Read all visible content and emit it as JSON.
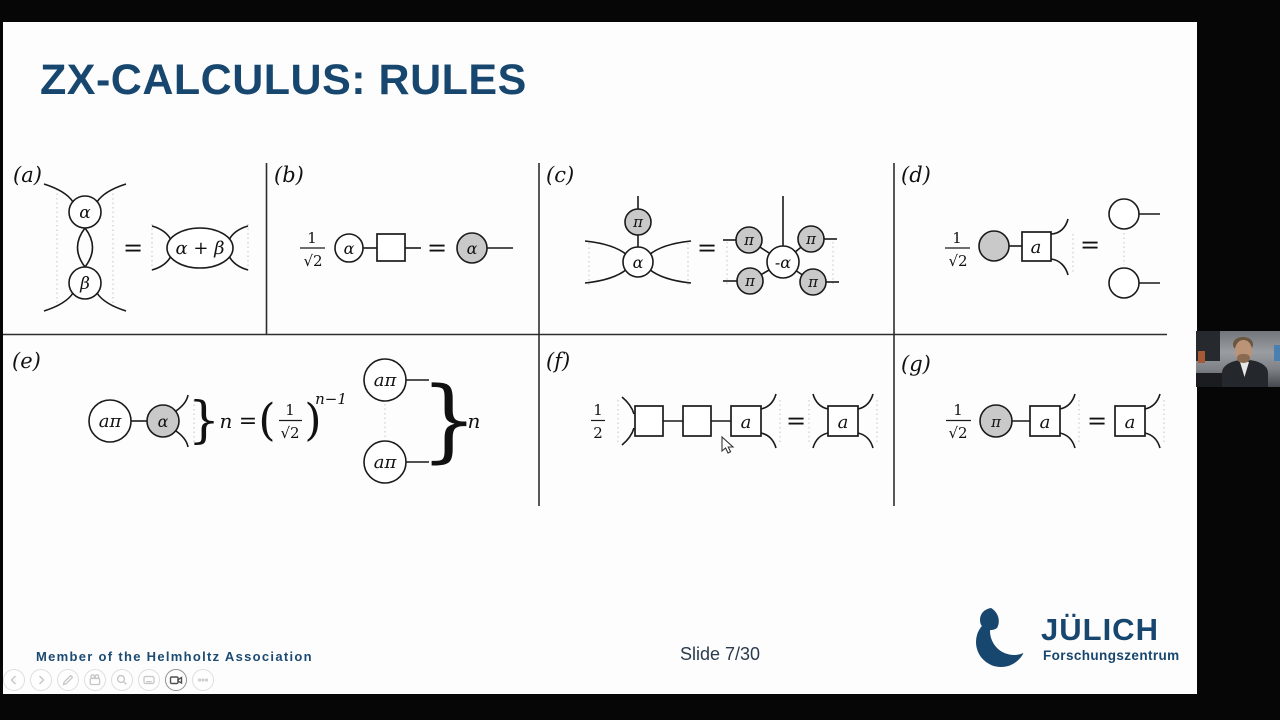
{
  "slide": {
    "title": "ZX-CALCULUS: RULES",
    "footer_left": "Member of the Helmholtz Association",
    "slide_number": "Slide 7/30"
  },
  "logo": {
    "name": "JÜLICH",
    "subtitle": "Forschungszentrum",
    "color": "#17466e"
  },
  "colors": {
    "title_blue": "#17476f",
    "spider_fill_gray": "#c9c9c9",
    "diagram_line": "#1a1a1a"
  },
  "panels": {
    "a": {
      "label": "(a)",
      "spider_top": "α",
      "spider_bottom": "β",
      "equals": "=",
      "fused_spider": "α + β"
    },
    "b": {
      "label": "(b)",
      "coeff_numerator": "1",
      "coeff_denominator": "√2",
      "lhs_spider": "α",
      "equals": "=",
      "rhs_spider": "α"
    },
    "c": {
      "label": "(c)",
      "pi_spider": "π",
      "alpha_spider": "α",
      "equals": "=",
      "neg_alpha_spider": "-α"
    },
    "d": {
      "label": "(d)",
      "coeff_numerator": "1",
      "coeff_denominator": "√2",
      "box": "a",
      "equals": "="
    },
    "e": {
      "label": "(e)",
      "api_spider": "aπ",
      "alpha_spider": "α",
      "brace": "}",
      "count": "n",
      "equals": "=",
      "paren_left": "(",
      "coeff_numerator": "1",
      "coeff_denominator": "√2",
      "paren_right": ")",
      "exponent": "n−1"
    },
    "f": {
      "label": "(f)",
      "coeff_numerator": "1",
      "coeff_denominator": "2",
      "box": "a",
      "equals": "="
    },
    "g": {
      "label": "(g)",
      "coeff_numerator": "1",
      "coeff_denominator": "√2",
      "pi_spider": "π",
      "box": "a",
      "equals": "="
    }
  },
  "toolbar": {
    "icons": [
      "previous-slide",
      "next-slide",
      "pen",
      "snapshot",
      "zoom",
      "notes",
      "camera",
      "more"
    ]
  }
}
